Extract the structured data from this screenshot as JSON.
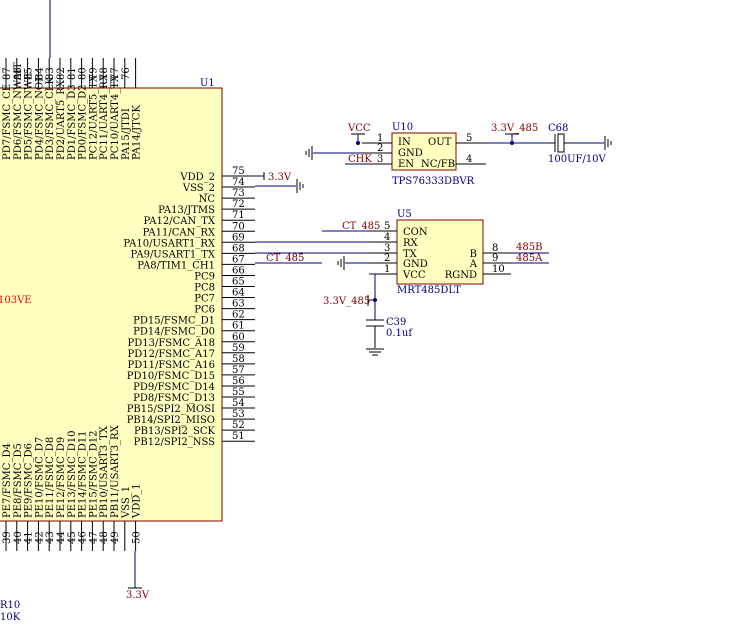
{
  "u1": {
    "ref": "U1",
    "part_suffix": "103VE",
    "top_pins": [
      {
        "num": "87",
        "name": "PD7/FSMC_CE"
      },
      {
        "num": "88",
        "name": "PD6/FSMC_NWAIT"
      },
      {
        "num": "85",
        "name": "PD5/FSMC_NWE"
      },
      {
        "num": "84",
        "name": "PD4/FSMC_NOE"
      },
      {
        "num": "83",
        "name": "PD3/FSMC_CLK"
      },
      {
        "num": "82",
        "name": "PD2/UART5_RX"
      },
      {
        "num": "81",
        "name": "PD1/FSMC_D3"
      },
      {
        "num": "80",
        "name": "PD0/FSMC_D2"
      },
      {
        "num": "79",
        "name": "PC12/UART5_TX"
      },
      {
        "num": "78",
        "name": "PC11/UART4_RX"
      },
      {
        "num": "77",
        "name": "PC10/UART4_TX"
      },
      {
        "num": "76",
        "name": "PA15/JTDI"
      },
      {
        "num": "",
        "name": "PA14/JTCK"
      }
    ],
    "right_pins": [
      {
        "num": "75",
        "name": "VDD_2"
      },
      {
        "num": "74",
        "name": "VSS_2"
      },
      {
        "num": "73",
        "name": "NC"
      },
      {
        "num": "72",
        "name": "PA13/JTMS"
      },
      {
        "num": "71",
        "name": "PA12/CAN_TX"
      },
      {
        "num": "70",
        "name": "PA11/CAN_RX"
      },
      {
        "num": "69",
        "name": "PA10/USART1_RX"
      },
      {
        "num": "68",
        "name": "PA9/USART1_TX"
      },
      {
        "num": "67",
        "name": "PA8/TIM1_CH1"
      },
      {
        "num": "66",
        "name": "PC9"
      },
      {
        "num": "65",
        "name": "PC8"
      },
      {
        "num": "64",
        "name": "PC7"
      },
      {
        "num": "63",
        "name": "PC6"
      },
      {
        "num": "62",
        "name": "PD15/FSMC_D1"
      },
      {
        "num": "61",
        "name": "PD14/FSMC_D0"
      },
      {
        "num": "60",
        "name": "PD13/FSMC_A18"
      },
      {
        "num": "59",
        "name": "PD12/FSMC_A17"
      },
      {
        "num": "58",
        "name": "PD11/FSMC_A16"
      },
      {
        "num": "57",
        "name": "PD10/FSMC_D15"
      },
      {
        "num": "56",
        "name": "PD9/FSMC_D14"
      },
      {
        "num": "55",
        "name": "PD8/FSMC_D13"
      },
      {
        "num": "54",
        "name": "PB15/SPI2_MOSI"
      },
      {
        "num": "53",
        "name": "PB14/SPI2_MISO"
      },
      {
        "num": "52",
        "name": "PB13/SPI2_SCK"
      },
      {
        "num": "51",
        "name": "PB12/SPI2_NSS"
      }
    ],
    "bottom_pins": [
      {
        "num": "39",
        "name": "PE7/FSMC_D4"
      },
      {
        "num": "40",
        "name": "PE8/FSMC_D5"
      },
      {
        "num": "41",
        "name": "PE9/FSMC_D6"
      },
      {
        "num": "42",
        "name": "PE10/FSMC_D7"
      },
      {
        "num": "43",
        "name": "PE11/FSMC_D8"
      },
      {
        "num": "44",
        "name": "PE12/FSMC_D9"
      },
      {
        "num": "45",
        "name": "PE13/FSMC_D10"
      },
      {
        "num": "46",
        "name": "PE14/FSMC_D11"
      },
      {
        "num": "47",
        "name": "PE15/FSMC_D12"
      },
      {
        "num": "48",
        "name": "PB10/USART3_TX"
      },
      {
        "num": "49",
        "name": "PB11/USART3_RX"
      },
      {
        "num": "",
        "name": "VSS_1"
      },
      {
        "num": "50",
        "name": "VDD_1"
      }
    ]
  },
  "u10": {
    "ref": "U10",
    "part": "TPS76333DBVR",
    "pins": {
      "in": "IN",
      "gnd": "GND",
      "en": "EN",
      "out": "OUT",
      "nc": "NC/FB",
      "p1": "1",
      "p2": "2",
      "p3": "3",
      "p5": "5",
      "p4": "4"
    }
  },
  "u5": {
    "ref": "U5",
    "part": "MRT485DLT",
    "left": [
      {
        "num": "5",
        "name": "CON"
      },
      {
        "num": "4",
        "name": "RX"
      },
      {
        "num": "3",
        "name": "TX"
      },
      {
        "num": "2",
        "name": "GND"
      },
      {
        "num": "1",
        "name": "VCC"
      }
    ],
    "right": [
      {
        "num": "8",
        "name": "B"
      },
      {
        "num": "9",
        "name": "A"
      },
      {
        "num": "10",
        "name": "RGND"
      }
    ]
  },
  "c68": {
    "ref": "C68",
    "value": "100UF/10V"
  },
  "c39": {
    "ref": "C39",
    "value": "0.1uf"
  },
  "r10": {
    "ref": "R10",
    "value": "10K"
  },
  "nets": {
    "vcc": "VCC",
    "chk": "CHK",
    "v33_485_top": "3.3V_485",
    "v33_right": "3.3V",
    "ct485_u5": "CT_485",
    "ct485_u1": "CT_485",
    "v33_485_u5": "3.3V_485",
    "n485b": "485B",
    "n485a": "485A",
    "v33_bottom": "3.3V"
  }
}
